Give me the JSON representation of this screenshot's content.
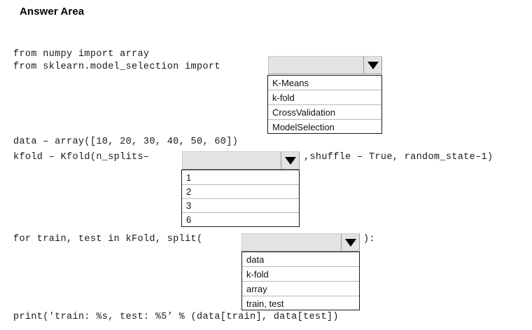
{
  "page": {
    "title": "Answer Area",
    "background_color": "#ffffff"
  },
  "code_lines": {
    "line1": "from numpy import array",
    "line2": "from sklearn.model_selection import",
    "line3": "data – array([10, 20, 30, 40, 50, 60])",
    "line4_prefix": "kfold – Kfold(n_splits–",
    "line4_suffix": ",shuffle – True, random_state–1)",
    "line5_prefix": "for train, test in kFold, split(",
    "line5_suffix": "):",
    "line6": "print('train: %s, test: %5’ % (data[train], data[test])"
  },
  "dropdowns": [
    {
      "id": "import-target",
      "selected": "",
      "arrow_icon": "chevron-down-icon",
      "options": [
        "K-Means",
        "k-fold",
        "CrossValidation",
        "ModelSelection"
      ]
    },
    {
      "id": "n-splits-value",
      "selected": "",
      "arrow_icon": "chevron-down-icon",
      "options": [
        "1",
        "2",
        "3",
        "6"
      ]
    },
    {
      "id": "split-argument",
      "selected": "",
      "arrow_icon": "chevron-down-icon",
      "options": [
        "data",
        "k-fold",
        "array",
        "train, test"
      ]
    }
  ],
  "colors": {
    "control_fill": "#e3e3e3",
    "control_border": "#9c9c9c",
    "list_border": "#1a1a1a",
    "list_fill": "#ffffff",
    "row_divider": "#b9b9b9",
    "text": "#111111"
  }
}
